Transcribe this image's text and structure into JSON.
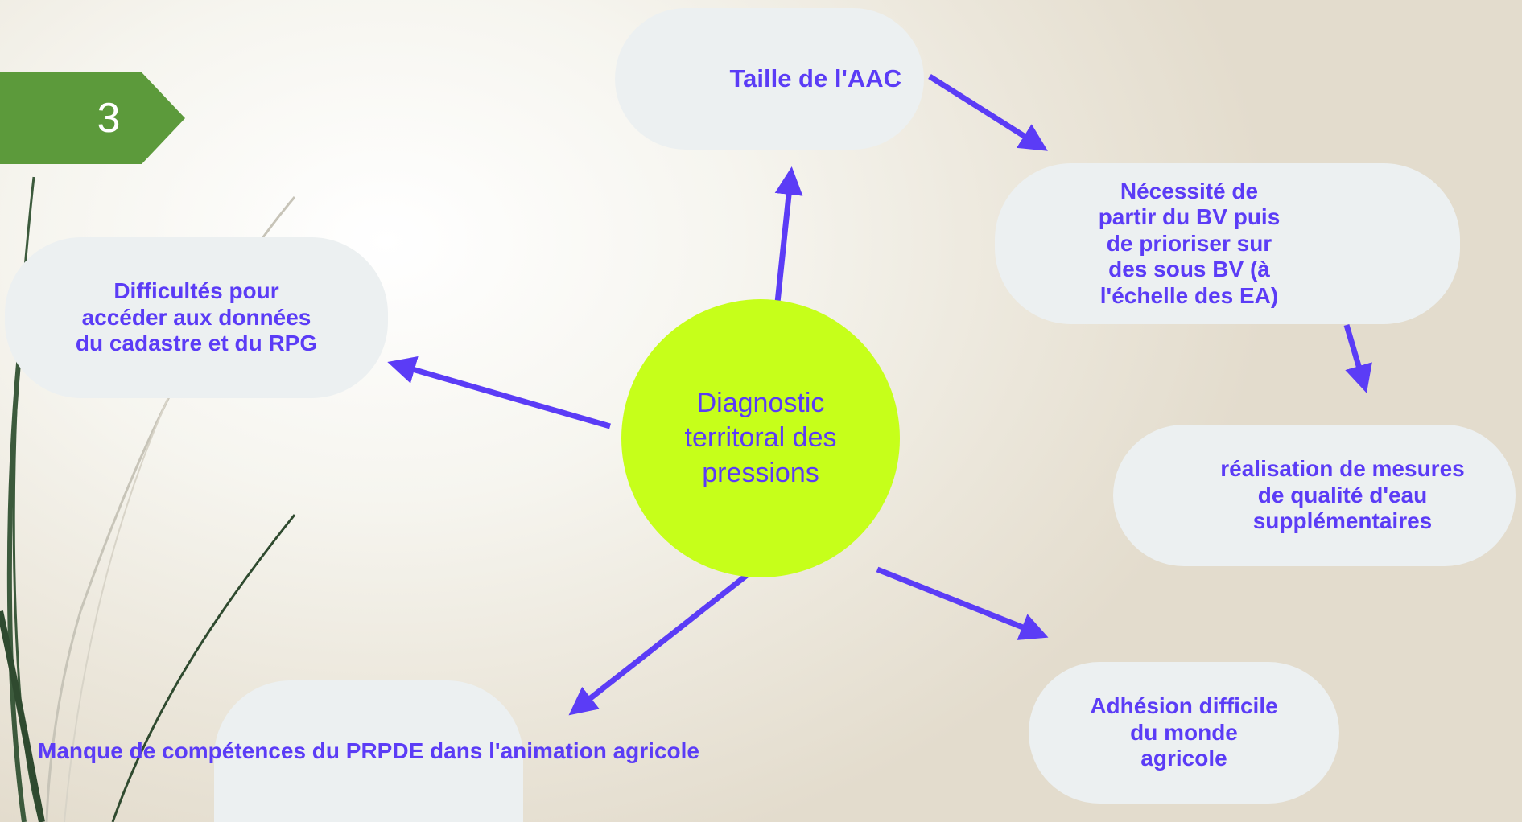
{
  "slide": {
    "number": "3"
  },
  "diagram": {
    "center": "Diagnostic\nterritoral des\npressions",
    "nodes": {
      "taille": "Taille de l'AAC",
      "necessite": "Nécessité de\npartir du BV puis\nde prioriser sur\ndes sous BV (à\nl'échelle des EA)",
      "mesures": "réalisation de mesures\nde qualité d'eau\nsupplémentaires",
      "adhesion": "Adhésion difficile\ndu monde\nagricole",
      "manque": "Manque de compétences\ndu PRPDE dans\nl'animation agricole",
      "difficultes": "Difficultés pour\naccéder aux données\ndu cadastre et du RPG"
    }
  },
  "colors": {
    "accent": "#5b3cf6",
    "center_fill": "#c6ff1a",
    "node_fill": "#ecf0f1",
    "tab_green": "#5c9a3b",
    "grass_dark": "#3c5a3c"
  }
}
